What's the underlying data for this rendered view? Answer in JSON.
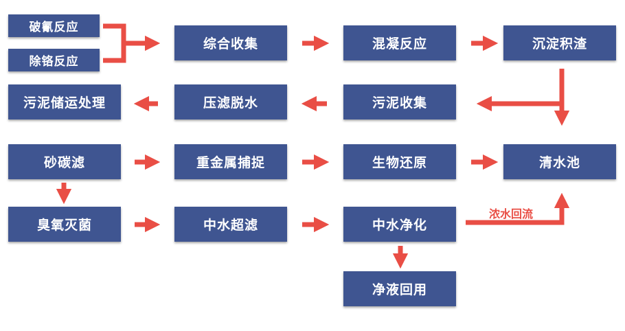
{
  "nodes": {
    "pocyan": "破氰反应",
    "chuge": "除铬反应",
    "zonghe": "综合收集",
    "hunning": "混凝反应",
    "chendian": "沉淀积渣",
    "wuni_chuyun": "污泥储运处理",
    "yalv": "压滤脱水",
    "wuni_shouji": "污泥收集",
    "shatan": "砂碳滤",
    "zhongjinshu": "重金属捕捉",
    "shengwu": "生物还原",
    "qingshuichi": "清水池",
    "chouyang": "臭氧灭菌",
    "zhongshui_chaolv": "中水超滤",
    "zhongshui_jinghua": "中水净化",
    "jingye": "净液回用"
  },
  "edge_labels": {
    "nongshui": "浓水回流"
  },
  "colors": {
    "box": "#3f5591",
    "arrow": "#e94e45"
  }
}
